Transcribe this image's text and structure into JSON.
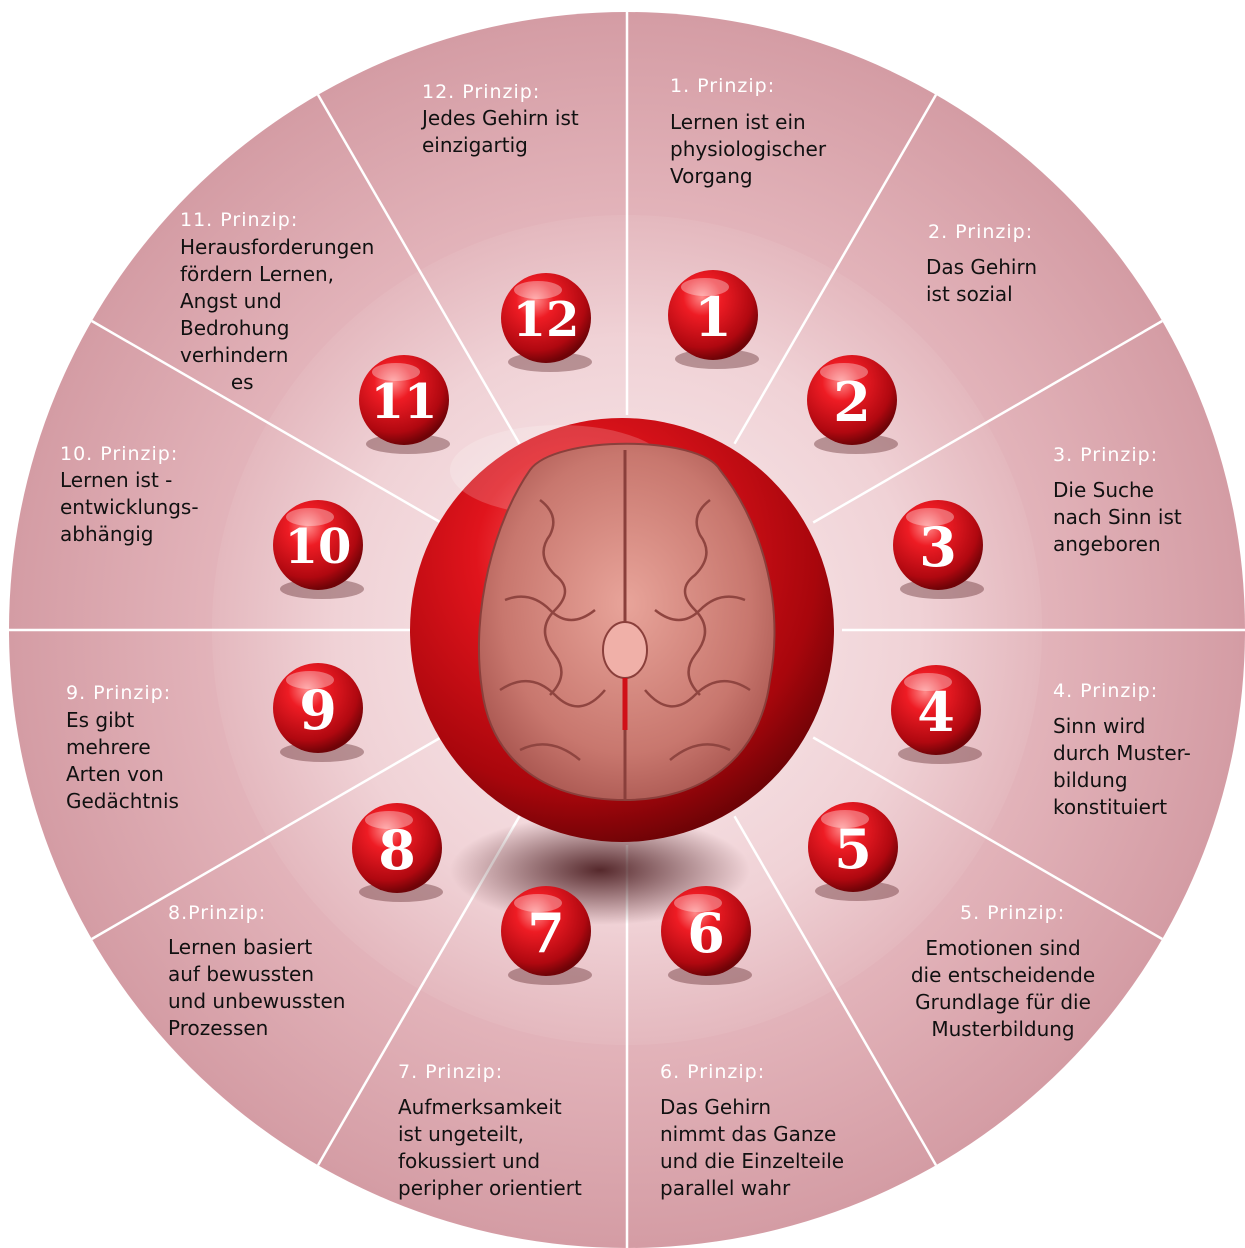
{
  "principles": [
    {
      "number": "1",
      "title": "1. Prinzip:",
      "text": "Lernen ist ein\nphysiologischer\nVorgang"
    },
    {
      "number": "2",
      "title": "2. Prinzip:",
      "text": "Das Gehirn\nist sozial"
    },
    {
      "number": "3",
      "title": "3. Prinzip:",
      "text": "Die Suche\nnach Sinn ist\nangeboren"
    },
    {
      "number": "4",
      "title": "4. Prinzip:",
      "text": "Sinn wird\ndurch Muster-\nbildung\nkonstituiert"
    },
    {
      "number": "5",
      "title": "5. Prinzip:",
      "text": "Emotionen sind\ndie entscheidende\nGrundlage für die\nMusterbildung"
    },
    {
      "number": "6",
      "title": "6. Prinzip:",
      "text": "Das Gehirn\nnimmt das Ganze\nund die Einzelteile\nparallel wahr"
    },
    {
      "number": "7",
      "title": "7. Prinzip:",
      "text": "Aufmerksamkeit\nist ungeteilt,\nfokussiert und\nperipher orientiert"
    },
    {
      "number": "8",
      "title": "8.Prinzip:",
      "text": "Lernen basiert\nauf bewussten\nund unbewussten\nProzessen"
    },
    {
      "number": "9",
      "title": "9. Prinzip:",
      "text": "Es gibt\nmehrere\nArten von\nGedächtnis"
    },
    {
      "number": "10",
      "title": "10. Prinzip:",
      "text": "Lernen ist -\nentwicklungs-\nabhängig"
    },
    {
      "number": "11",
      "title": "11. Prinzip:",
      "text": "Herausforderungen\nfördern Lernen,\nAngst und\nBedrohung\nverhindern\n        es"
    },
    {
      "number": "12",
      "title": "12. Prinzip:",
      "text": "Jedes Gehirn ist\neinzigartig"
    }
  ],
  "colors": {
    "outer_ring": "#d9a3aa",
    "inner_ring": "#ecc5c9",
    "divider": "#ffffff",
    "ball": "#e0101a",
    "brain": "#c97a72"
  },
  "center_image": "brain-illustration"
}
